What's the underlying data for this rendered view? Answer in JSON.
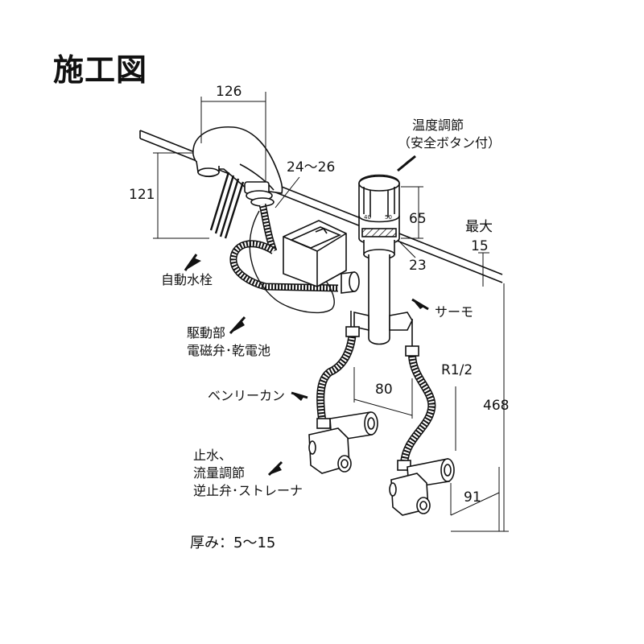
{
  "title": "施工図",
  "dimensions": {
    "d126": "126",
    "d121": "121",
    "d24_26": "24～26",
    "d65": "65",
    "d_max_label": "最大",
    "d15": "15",
    "d23": "23",
    "d80": "80",
    "d468": "468",
    "d91": "91",
    "r12": "R1/2"
  },
  "labels": {
    "temp_control_1": "温度調節",
    "temp_control_2": "（安全ボタン付）",
    "auto_faucet": "自動水栓",
    "drive_1": "駆動部",
    "drive_2": "電磁弁･乾電池",
    "thermo": "サーモ",
    "flex_hose": "ベンリーカン",
    "stop_1": "止水、",
    "stop_2": "流量調節",
    "stop_3": "逆止弁･ストレーナ",
    "thickness": "厚み：5～15"
  },
  "scale_marks": {
    "a": "40",
    "b": "50"
  }
}
